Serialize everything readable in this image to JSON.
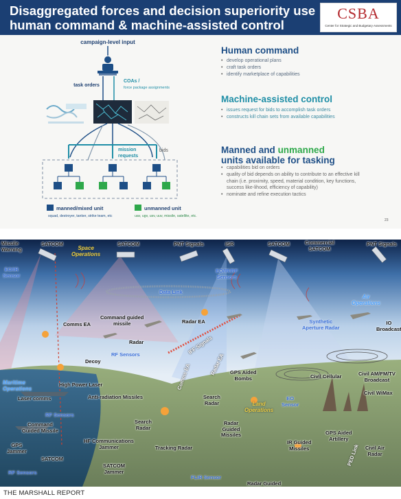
{
  "slide": {
    "title_line1": "Disaggregated forces and decision superiority use",
    "title_line2": "human command & machine-assisted control",
    "logo_text": "CSBA",
    "logo_subtitle": "Center for Strategic and Budgetary Assessments",
    "diagram": {
      "campaign_input": "campaign-level input",
      "task_orders": "task orders",
      "coas": "COAs /",
      "force_package": "force package assignments",
      "mission_requests_1": "mission",
      "mission_requests_2": "requests",
      "bids": "bids",
      "legend_manned": "manned/mixed unit",
      "legend_manned_examples": "squad, destroyer, tanker, strike team, etc",
      "legend_unmanned": "unmanned unit",
      "legend_unmanned_examples": "uav, ugv, usv, uuv, missile, satellite, etc."
    },
    "human_command": {
      "title": "Human command",
      "bullets": [
        "develop operational plans",
        "craft task orders",
        "identify marketplace of capabilities"
      ]
    },
    "machine_control": {
      "title": "Machine-assisted control",
      "bullets": [
        "issues request for bids to accomplish task orders",
        "constructs kill chain sets from available capabilities"
      ]
    },
    "units": {
      "title_manned": "Manned",
      "title_and": "and",
      "title_unmanned": "unmanned",
      "title_line2": "units available for tasking",
      "bullets": [
        "capabilities bid on orders",
        "quality of bid depends on ability to contribute to an effective kill chain (i.e. proximity, speed, material condition, key functions, success like-lihood, efficiency of capability)",
        "nominate and refine execution tactics"
      ]
    },
    "page_number": "23"
  },
  "panorama": {
    "labels": {
      "missile_warning": "Missile\nWarning",
      "satcom_1": "SATCOM",
      "space_ops": "Space\nOperations",
      "satcom_2": "SATCOM",
      "pnt_1": "PNT Signals",
      "isr": "ISR",
      "satcom_3": "SATCOM",
      "commercial_satcom": "Commercial\nSATCOM",
      "pnt_2": "PNT Signals",
      "eo_ir_sensor": "EO/IR\nSensor",
      "eo_ir_rf_sensors": "EO/IR/RF\nSensors",
      "data_link": "Data Link",
      "air_ops": "Air\nOperations",
      "comms_ea": "Comms EA",
      "cmd_guided_missile": "Command guided\nmissile",
      "radar_ea_1": "Radar EA",
      "synthetic_aperture": "Synthetic\nAperture Radar",
      "io_broadcast": "IO\nBroadcast",
      "radar": "Radar",
      "rf_sensors_1": "RF Sensors",
      "iff_signals": "IFF Signals",
      "decoy": "Decoy",
      "radar_ea_2": "Radar EA",
      "comms_ea_2": "Comms EA",
      "gps_bombs": "GPS Aided\nBombs",
      "civil_cellular": "Civil Cellular",
      "civil_am_fm": "Civil AM/FM/TV\nBroadcast",
      "maritime_ops": "Maritime\nOperations",
      "high_power_laser": "High Power Laser",
      "laser_comms": "Laser comms",
      "anti_radiation": "Anti-radiation Missiles",
      "search_radar_1": "Search\nRadar",
      "land_ops": "Land\nOperations",
      "eo_sensor": "EO\nSensor",
      "civil_wimax": "Civil WiMax",
      "rf_sensors_2": "RF Sensors",
      "cmd_guided_missile_2": "Command\nGuided Missile",
      "hf_comms_jammer": "HF Communications\nJammer",
      "search_radar_2": "Search\nRadar",
      "radar_guided": "Radar\nGuided\nMissiles",
      "gps_jammer": "GPS\nJammer",
      "tracking_radar": "Tracking Radar",
      "ir_guided": "IR Guided\nMissiles",
      "gps_artillery": "GPS Aided\nArtillery",
      "civil_air_radar": "Civil Air\nRadar",
      "satcom_4": "SATCOM",
      "satcom_jammer": "SATCOM\nJammer",
      "rf_sensors_3": "RF Sensors",
      "flir_sensor": "FLIR Sensor",
      "radar_guided_2": "Radar Guided",
      "ped_link": "PED Link"
    }
  },
  "footer": {
    "text": "THE MARSHALL REPORT"
  },
  "colors": {
    "header_blue": "#1b3f73",
    "manned_blue": "#1d4e86",
    "unmanned_green": "#2ea84a",
    "machine_teal": "#1e8ea6",
    "csba_red": "#b3282d"
  }
}
